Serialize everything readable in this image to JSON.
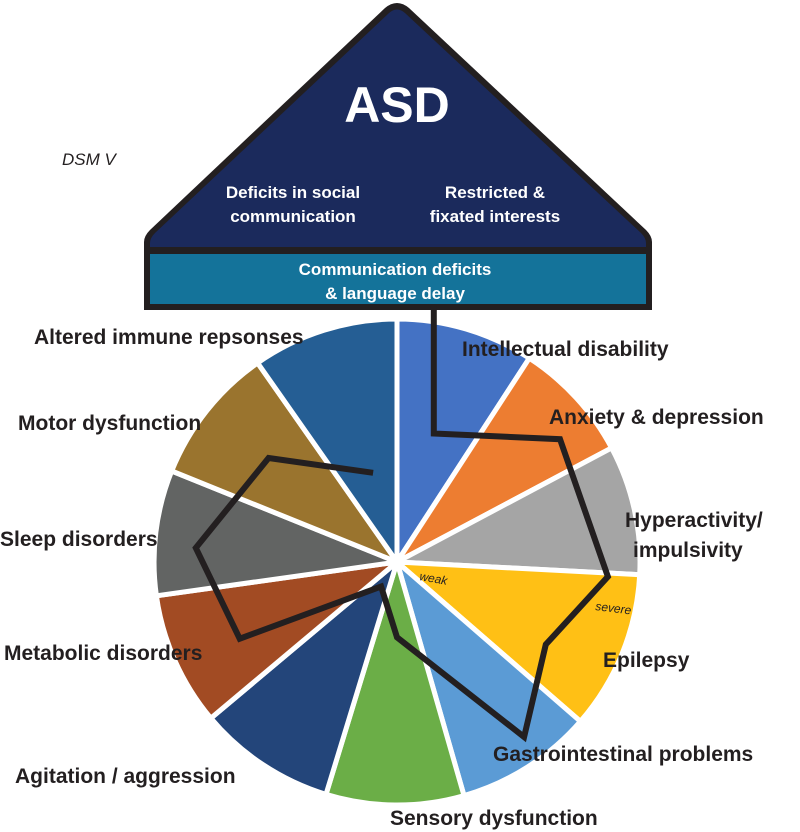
{
  "header": {
    "classification": "DSM V",
    "title": "ASD",
    "core_left": [
      "Deficits in social",
      "communication"
    ],
    "core_right": [
      "Restricted &",
      "fixated interests"
    ],
    "band": [
      "Communication deficits",
      "& language delay"
    ],
    "colors": {
      "triangle": "#1b2a5c",
      "band": "#14739a",
      "outline": "#231f20"
    }
  },
  "chart_data": {
    "type": "pie",
    "title": "ASD comorbidities",
    "subtitle": "slice = comorbidity; black line = severity (center weak → rim severe)",
    "scale_labels": {
      "min": "weak",
      "max": "severe"
    },
    "categories": [
      "Intellectual disability",
      "Anxiety & depression",
      "Hyperactivity/ impulsivity",
      "Epilepsy",
      "Gastrointestinal problems",
      "Sensory dysfunction",
      "Agitation / aggression",
      "Metabolic disorders",
      "Sleep disorders",
      "Motor dysfunction",
      "Altered immune repsonses"
    ],
    "label_lines": [
      [
        "Intellectual disability"
      ],
      [
        "Anxiety & depression"
      ],
      [
        "Hyperactivity/",
        "impulsivity"
      ],
      [
        "Epilepsy"
      ],
      [
        "Gastrointestinal problems"
      ],
      [
        "Sensory dysfunction"
      ],
      [
        "Agitation / aggression"
      ],
      [
        "Metabolic disorders"
      ],
      [
        "Sleep disorders"
      ],
      [
        "Motor dysfunction"
      ],
      [
        "Altered immune repsonses"
      ]
    ],
    "slice_degrees": [
      33,
      29,
      31,
      38,
      33,
      33,
      33,
      32,
      30,
      33,
      35
    ],
    "colors": [
      "#4472c4",
      "#ed7d31",
      "#a5a5a5",
      "#ffc015",
      "#5b9bd5",
      "#6bae47",
      "#23457a",
      "#a24b23",
      "#626463",
      "#9a742e",
      "#255e94"
    ],
    "severity": {
      "scale": [
        0,
        1
      ],
      "values": [
        0.55,
        0.84,
        0.87,
        0.7,
        0.89,
        0.31,
        0.12,
        0.72,
        0.83,
        0.68,
        0.38
      ],
      "theta_degrees": [
        16,
        53,
        94,
        119,
        144,
        180,
        213,
        244,
        274,
        309,
        345
      ]
    }
  }
}
